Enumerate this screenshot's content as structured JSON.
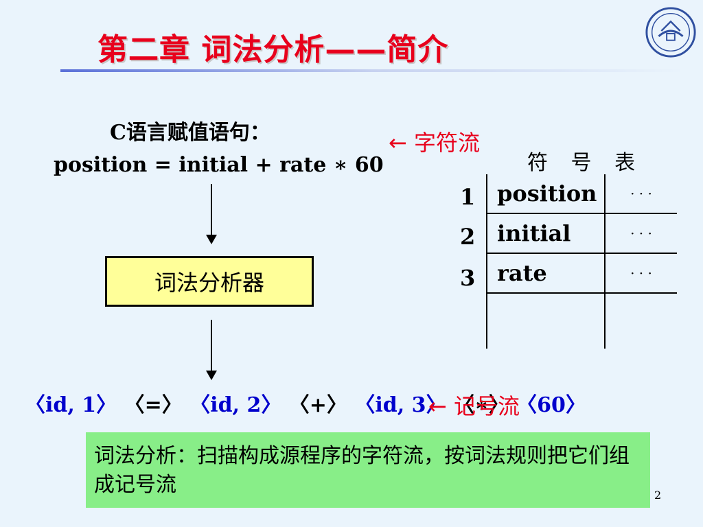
{
  "slide": {
    "title": "第二章 词法分析——简介",
    "statement_label": "C语言赋值语句：",
    "statement": "position = initial + rate ∗ 60",
    "analyzer_label": "词法分析器",
    "char_stream_label": "← 字符流",
    "token_stream_label": "← 记号流",
    "tokens": [
      "〈id, 1〉",
      "〈=〉",
      "〈id, 2〉",
      "〈+〉",
      "〈id, 3〉",
      "〈∗〉",
      "〈60〉"
    ],
    "note": "词法分析：扫描构成源程序的字符流，按词法规则把它们组成记号流",
    "page_number": "2"
  },
  "symbol_table": {
    "title": "符 号 表",
    "rows": [
      {
        "index": "1",
        "name": "position",
        "attr": "· · ·"
      },
      {
        "index": "2",
        "name": "initial",
        "attr": "· · ·"
      },
      {
        "index": "3",
        "name": " rate",
        "attr": "· · ·"
      }
    ]
  },
  "colors": {
    "title": "#e8001c",
    "token": "#0000cc",
    "box": "#ffff99",
    "note": "#88ee88",
    "background": "#eaf4fc"
  }
}
